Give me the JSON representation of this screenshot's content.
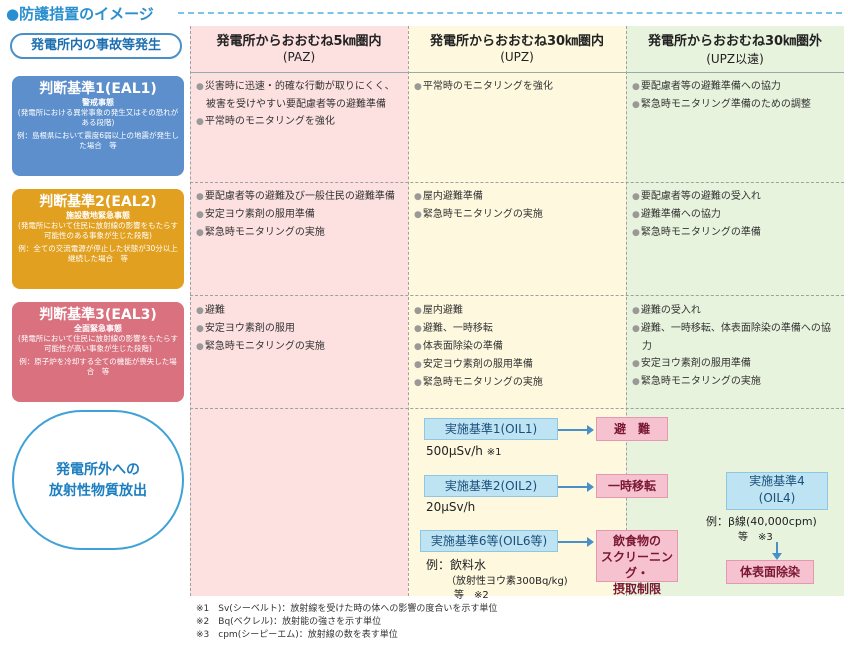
{
  "title": "●防護措置のイメージ",
  "columns": [
    {
      "title": "発電所からおおむね5㎞圏内",
      "sub": "(PAZ)"
    },
    {
      "title": "発電所からおおむね30㎞圏内",
      "sub": "(UPZ)"
    },
    {
      "title": "発電所からおおむね30㎞圏外",
      "sub": "(UPZ以遠)"
    }
  ],
  "accident_label": "発電所内の事故等発生",
  "eal": [
    {
      "name": "判断基準1(EAL1)",
      "sub": "警戒事態",
      "desc": "(発電所における異常事象の発生又はその恐れがある段階)",
      "example": "例：島根県において震度6弱以上の地震が発生した場合　等",
      "color": "#5d8fcc"
    },
    {
      "name": "判断基準2(EAL2)",
      "sub": "施設敷地緊急事態",
      "desc": "(発電所において住民に放射線の影響をもたらす可能性のある事象が生じた段階)",
      "example": "例：全ての交流電源が停止した状態が30分以上継続した場合　等",
      "color": "#e1a020"
    },
    {
      "name": "判断基準3(EAL3)",
      "sub": "全面緊急事態",
      "desc": "(発電所において住民に放射線の影響をもたらす可能性が高い事象が生じた段階)",
      "example": "例：原子炉を冷却する全ての機能が喪失した場合　等",
      "color": "#d9717f"
    }
  ],
  "cells": {
    "eal1": {
      "paz": [
        "災害時に迅速・的確な行動が取りにくく、被害を受けやすい要配慮者等の避難準備",
        "平常時のモニタリングを強化"
      ],
      "upz": [
        "平常時のモニタリングを強化"
      ],
      "out": [
        "要配慮者等の避難準備への協力",
        "緊急時モニタリング準備のための調整"
      ]
    },
    "eal2": {
      "paz": [
        "要配慮者等の避難及び一般住民の避難準備",
        "安定ヨウ素剤の服用準備",
        "緊急時モニタリングの実施"
      ],
      "upz": [
        "屋内避難準備",
        "緊急時モニタリングの実施"
      ],
      "out": [
        "要配慮者等の避難の受入れ",
        "避難準備への協力",
        "緊急時モニタリングの準備"
      ]
    },
    "eal3": {
      "paz": [
        "避難",
        "安定ヨウ素剤の服用",
        "緊急時モニタリングの実施"
      ],
      "upz": [
        "屋内避難",
        "避難、一時移転",
        "体表面除染の準備",
        "安定ヨウ素剤の服用準備",
        "緊急時モニタリングの実施"
      ],
      "out": [
        "避難の受入れ",
        "避難、一時移転、体表面除染の準備への協力",
        "安定ヨウ素剤の服用準備",
        "緊急時モニタリングの実施"
      ]
    }
  },
  "release_label": [
    "発電所外への",
    "放射性物質放出"
  ],
  "oil": {
    "oil1": {
      "label": "実施基準1(OIL1)",
      "value": "500μSv/h",
      "note": "※1",
      "action": "避　難"
    },
    "oil2": {
      "label": "実施基準2(OIL2)",
      "value": "20μSv/h",
      "action": "一時移転"
    },
    "oil6": {
      "label": "実施基準6等(OIL6等)",
      "value1": "例：飲料水",
      "value2": "（放射性ヨウ素300Bq/kg)",
      "value3": "等　※2",
      "action": [
        "飲食物の",
        "スクリーニング・",
        "摂取制限"
      ]
    },
    "oil4": {
      "label1": "実施基準4",
      "label2": "(OIL4)",
      "value1": "例：β線(40,000cpm)",
      "value2": "等　※3",
      "action": "体表面除染"
    }
  },
  "notes": [
    "※1　Sv(シーベルト)：放射線を受けた時の体への影響の度合いを示す単位",
    "※2　Bq(ベクレル)：放射能の強さを示す単位",
    "※3　cpm(シーピーエム)：放射線の数を表す単位"
  ]
}
